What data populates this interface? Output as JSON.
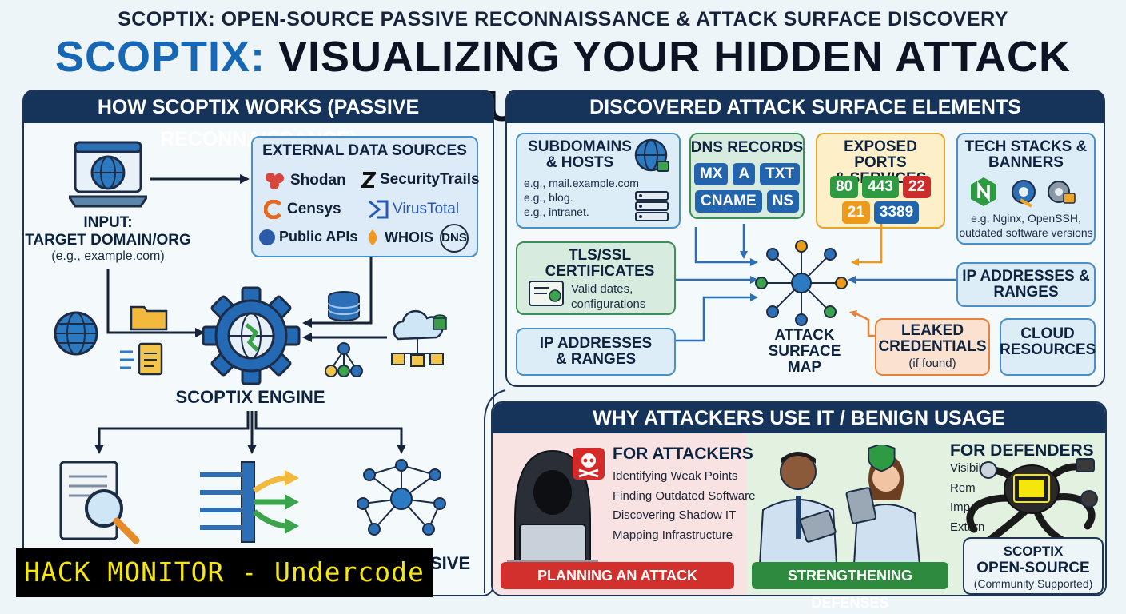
{
  "header": {
    "subtitle": "SCOPTIX: OPEN-SOURCE PASSIVE RECONNAISSANCE & ATTACK SURFACE DISCOVERY",
    "title_brand": "SCOPTIX:",
    "title_rest": "VISUALIZING YOUR HIDDEN ATTACK SURFACE"
  },
  "how": {
    "title": "HOW SCOPTIX WORKS (PASSIVE RECONNAISSANCE)",
    "input_label_1": "INPUT:",
    "input_label_2": "TARGET DOMAIN/ORG",
    "input_example": "(e.g., example.com)",
    "sources_title": "EXTERNAL DATA SOURCES",
    "sources": [
      "Shodan",
      "SecurityTrails",
      "Censys",
      "VirusTotal",
      "Public APIs",
      "WHOIS",
      "DNS"
    ],
    "engine_label": "SCOPTIX ENGINE",
    "partial_label": "SIVE"
  },
  "surface": {
    "title": "DISCOVERED ATTACK SURFACE ELEMENTS",
    "subdomains_title_1": "SUBDOMAINS",
    "subdomains_title_2": "& HOSTS",
    "subdomains_examples": [
      "e.g., mail.example.com",
      "e.g., blog.",
      "e.g., intranet."
    ],
    "dns_title": "DNS RECORDS",
    "dns_records": [
      "MX",
      "A",
      "TXT",
      "CNAME",
      "NS"
    ],
    "ports_title_1": "EXPOSED PORTS",
    "ports_title_2": "& SERVICES",
    "ports": [
      "80",
      "443",
      "22",
      "21",
      "3389"
    ],
    "tech_title_1": "TECH STACKS &",
    "tech_title_2": "BANNERS",
    "tech_desc_1": "e.g. Nginx, OpenSSH,",
    "tech_desc_2": "outdated software versions",
    "tls_title_1": "TLS/SSL",
    "tls_title_2": "CERTIFICATES",
    "tls_desc_1": "Valid dates,",
    "tls_desc_2": "configurations",
    "ip_left_1": "IP ADDRESSES",
    "ip_left_2": "& RANGES",
    "ip_right_1": "IP ADDRESSES &",
    "ip_right_2": "RANGES",
    "map_1": "ATTACK",
    "map_2": "SURFACE",
    "map_3": "MAP",
    "leaked_1": "LEAKED",
    "leaked_2": "CREDENTIALS",
    "leaked_3": "(if found)",
    "cloud_1": "CLOUD",
    "cloud_2": "RESOURCES"
  },
  "why": {
    "title": "WHY ATTACKERS USE IT / BENIGN USAGE",
    "attackers_title": "FOR ATTACKERS",
    "attackers_items": [
      "Identifying Weak Points",
      "Finding Outdated Software",
      "Discovering Shadow IT",
      "Mapping Infrastructure"
    ],
    "attack_button": "PLANNING AN ATTACK",
    "defenders_title": "FOR DEFENDERS",
    "defenders_items": [
      "Visibility",
      "Rem",
      "Imp",
      "Extern"
    ],
    "defense_button": "STRENGTHENING DEFENSES",
    "opensource_1": "SCOPTIX",
    "opensource_2": "OPEN-SOURCE",
    "opensource_3": "(Community Supported)"
  },
  "watermark": "HACK MONITOR - Undercode",
  "colors": {
    "navy": "#16345a",
    "brand_blue": "#1667b5",
    "green": "#2e9a42",
    "red": "#cf2b2b",
    "orange": "#ed9a1a"
  }
}
